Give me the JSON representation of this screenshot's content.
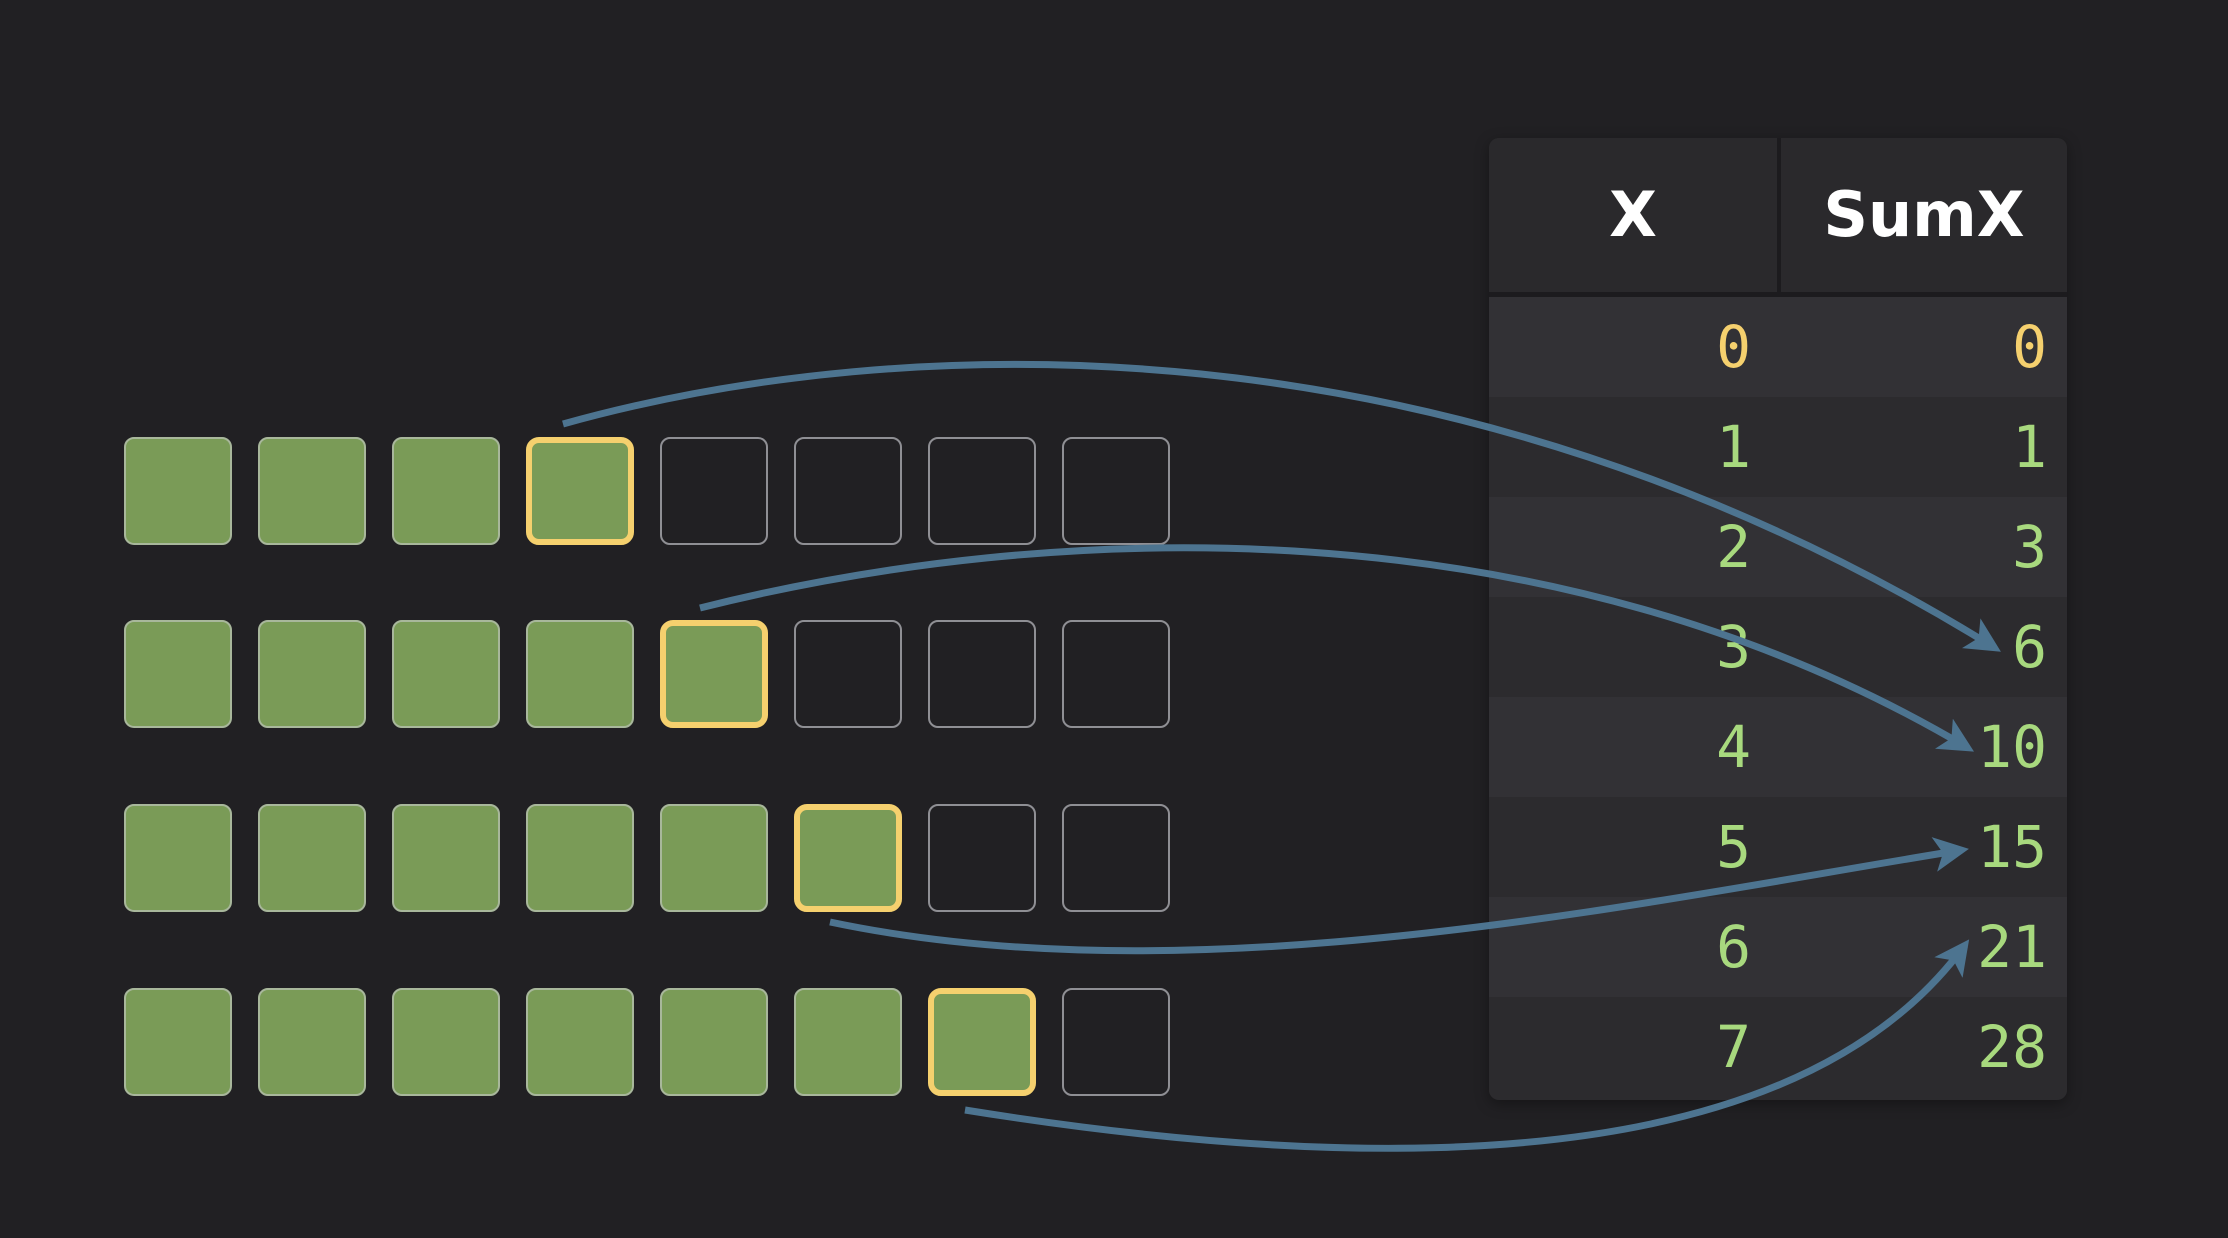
{
  "colors": {
    "background": "#212023",
    "filled_cell": "#7a9b57",
    "highlight": "#f5d06e",
    "arrow": "#4d7490",
    "value_yellow": "#f5d06e",
    "value_green": "#a8d97e"
  },
  "grid": {
    "columns": 8,
    "rows": [
      {
        "filled": 4,
        "highlight_index": 3,
        "target_sum": "6"
      },
      {
        "filled": 5,
        "highlight_index": 4,
        "target_sum": "10"
      },
      {
        "filled": 6,
        "highlight_index": 5,
        "target_sum": "15"
      },
      {
        "filled": 7,
        "highlight_index": 6,
        "target_sum": "21"
      }
    ]
  },
  "table": {
    "header_x": "X",
    "header_sum": "SumX",
    "rows": [
      {
        "x": "0",
        "sum": "0",
        "color": "yellow"
      },
      {
        "x": "1",
        "sum": "1",
        "color": "green"
      },
      {
        "x": "2",
        "sum": "3",
        "color": "green"
      },
      {
        "x": "3",
        "sum": "6",
        "color": "green"
      },
      {
        "x": "4",
        "sum": "10",
        "color": "green"
      },
      {
        "x": "5",
        "sum": "15",
        "color": "green"
      },
      {
        "x": "6",
        "sum": "21",
        "color": "green"
      },
      {
        "x": "7",
        "sum": "28",
        "color": "green"
      }
    ]
  }
}
